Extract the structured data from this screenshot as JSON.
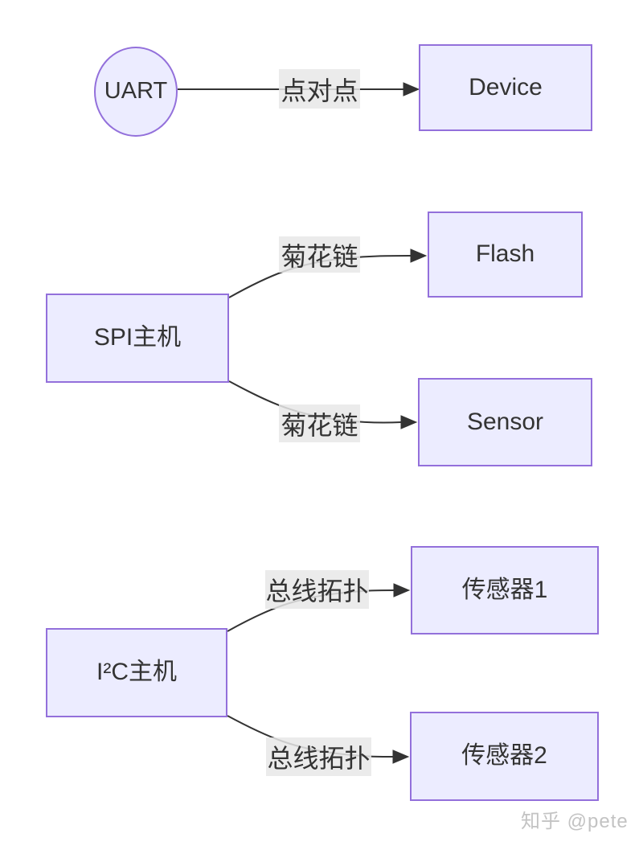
{
  "page": {
    "watermark": "知乎 @pete",
    "background": "#ffffff"
  },
  "colors": {
    "node_fill": "#ECECFF",
    "node_border": "#9370DB",
    "text": "#333333",
    "edge_line": "#333333",
    "edge_label_bg": "#e8e8e8",
    "watermark_text": "#c3c3c3"
  },
  "diagram": {
    "nodes": [
      {
        "id": "uart",
        "label": "UART",
        "shape": "circle"
      },
      {
        "id": "device",
        "label": "Device",
        "shape": "rect"
      },
      {
        "id": "spi",
        "label": "SPI主机",
        "shape": "rect"
      },
      {
        "id": "flash",
        "label": "Flash",
        "shape": "rect"
      },
      {
        "id": "sensor",
        "label": "Sensor",
        "shape": "rect"
      },
      {
        "id": "i2c",
        "label": "I²C主机",
        "shape": "rect"
      },
      {
        "id": "sensor1",
        "label": "传感器1",
        "shape": "rect"
      },
      {
        "id": "sensor2",
        "label": "传感器2",
        "shape": "rect"
      }
    ],
    "edges": [
      {
        "from": "uart",
        "to": "device",
        "label": "点对点"
      },
      {
        "from": "spi",
        "to": "flash",
        "label": "菊花链"
      },
      {
        "from": "spi",
        "to": "sensor",
        "label": "菊花链"
      },
      {
        "from": "i2c",
        "to": "sensor1",
        "label": "总线拓扑"
      },
      {
        "from": "i2c",
        "to": "sensor2",
        "label": "总线拓扑"
      }
    ]
  }
}
